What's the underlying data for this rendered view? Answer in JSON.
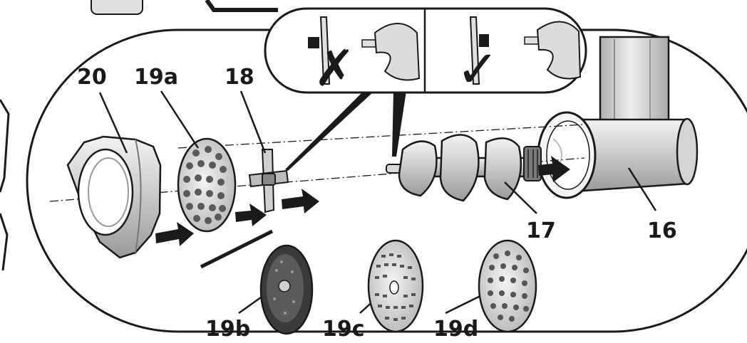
{
  "diagram": {
    "part_labels": {
      "p20": "20",
      "p19a": "19a",
      "p18": "18",
      "p17": "17",
      "p16": "16",
      "p19b": "19b",
      "p19c": "19c",
      "p19d": "19d"
    },
    "inset": {
      "incorrect_mark": "✗",
      "correct_mark": "✓"
    },
    "colors": {
      "outline": "#1a1a1a",
      "metal_light": "#e6e6e6",
      "metal_mid": "#bdbdbd",
      "metal_dark": "#8a8a8a",
      "disc_dark": "#3a3a3a",
      "background": "#ffffff"
    }
  }
}
